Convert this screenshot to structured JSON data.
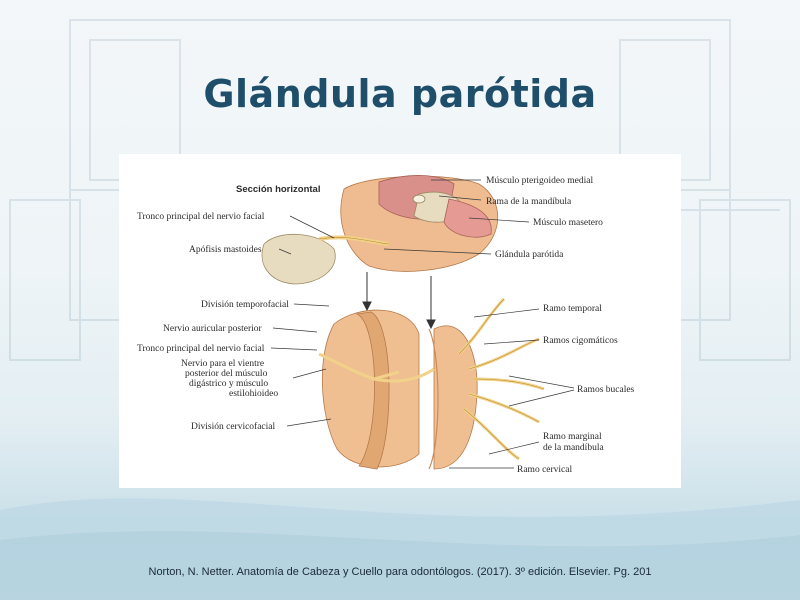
{
  "slide": {
    "title": "Glándula parótida",
    "caption": "Norton, N. Netter. Anatomía de Cabeza y Cuello para odontólogos. (2017). 3º edición. Elsevier. Pg. 201"
  },
  "figure": {
    "section_title": "Sección horizontal",
    "labels": {
      "musculo_pterigoideo_medial": "Músculo pterigoideo medial",
      "rama_mandibula": "Rama de la mandíbula",
      "musculo_masetero": "Músculo masetero",
      "glandula_parotida": "Glándula parótida",
      "tronco_nervio_facial_top": "Tronco principal del nervio facial",
      "apofisis_mastoides": "Apófisis mastoides",
      "division_temporofacial": "División temporofacial",
      "nervio_auricular_posterior": "Nervio auricular posterior",
      "tronco_nervio_facial_bottom": "Tronco principal del nervio facial",
      "nervio_vientre_1": "Nervio para el vientre",
      "nervio_vientre_2": "posterior del músculo",
      "nervio_vientre_3": "digástrico y músculo",
      "nervio_vientre_4": "estilohioideo",
      "division_cervicofacial": "División cervicofacial",
      "ramo_temporal": "Ramo temporal",
      "ramos_cigomaticos": "Ramos cigomáticos",
      "ramos_bucales": "Ramos bucales",
      "ramo_marginal_1": "Ramo marginal",
      "ramo_marginal_2": "de la mandíbula",
      "ramo_cervical": "Ramo cervical"
    }
  },
  "colors": {
    "title": "#1f4e6b",
    "gland": "#e9b889",
    "gland_dark": "#d99a63",
    "muscle": "#d98f8a",
    "nerve": "#f2d28a",
    "bone": "#e8dcc0"
  }
}
